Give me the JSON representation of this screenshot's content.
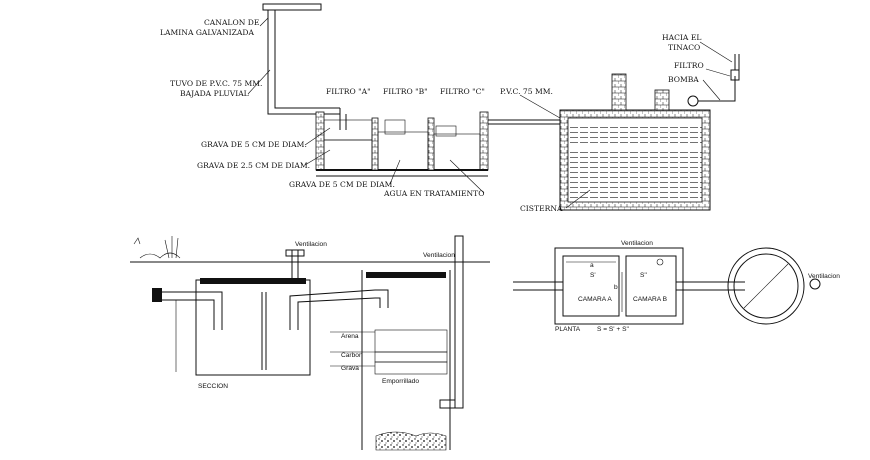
{
  "labels": {
    "canalon": [
      "CANALON DE",
      "LAMINA GALVANIZADA"
    ],
    "tubo": [
      "TUVO DE P.V.C. 75 MM.",
      "BAJADA PLUVIAL"
    ],
    "filtro_a": "FILTRO \"A\"",
    "filtro_b": "FILTRO \"B\"",
    "filtro_c": "FILTRO \"C\"",
    "pvc": "P.V.C. 75 MM.",
    "grava_5": "GRAVA DE 5 CM DE DIAM.",
    "grava_25": "GRAVA DE 2.5 CM DE DIAM.",
    "grava_5b": "GRAVA DE 5 CM DE DIAM.",
    "agua": "AGUA EN TRATAMIENTO",
    "cisterna": "CISTERNA",
    "hacia": [
      "HACIA EL",
      "TINACO"
    ],
    "filtro": "FILTRO",
    "bomba": "BOMBA",
    "vent_1": "Ventilacion",
    "vent_2": "Ventilacion",
    "vent_3": "Ventilacion",
    "vent_4": "Ventilacion",
    "seccion": "SECCION",
    "arena": "Arena",
    "carbon": "Carbon",
    "grava": "Grava",
    "empedrado": "Emporrillado",
    "camara_a": "CAMARA  A",
    "camara_b": "CAMARA  B",
    "s1": "S'",
    "s2": "S''",
    "a": "a",
    "b": "b",
    "planta": "PLANTA",
    "formula": "S = S' + S''"
  }
}
